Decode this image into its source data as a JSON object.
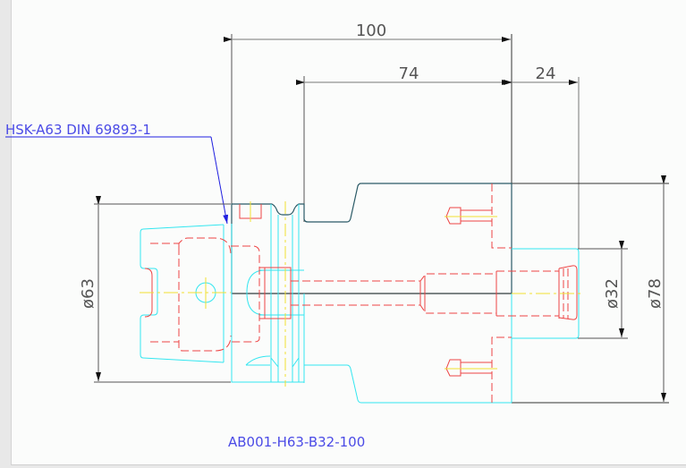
{
  "drawing": {
    "part_number": "AB001-H63-B32-100",
    "interface_label": "HSK-A63 DIN 69893-1",
    "dimensions": {
      "overall_length": "100",
      "body_length": "74",
      "bore_depth": "24",
      "shank_diameter": "ø63",
      "bore_diameter": "ø32",
      "body_diameter": "ø78"
    }
  },
  "colors": {
    "outline": "#2a2a2a",
    "dimension": "#555555",
    "hidden": "#ee4444",
    "visible": "#33e6f0",
    "center": "#f0e030",
    "annotation": "#4b4be6",
    "dark_teal": "#2a5a66"
  }
}
